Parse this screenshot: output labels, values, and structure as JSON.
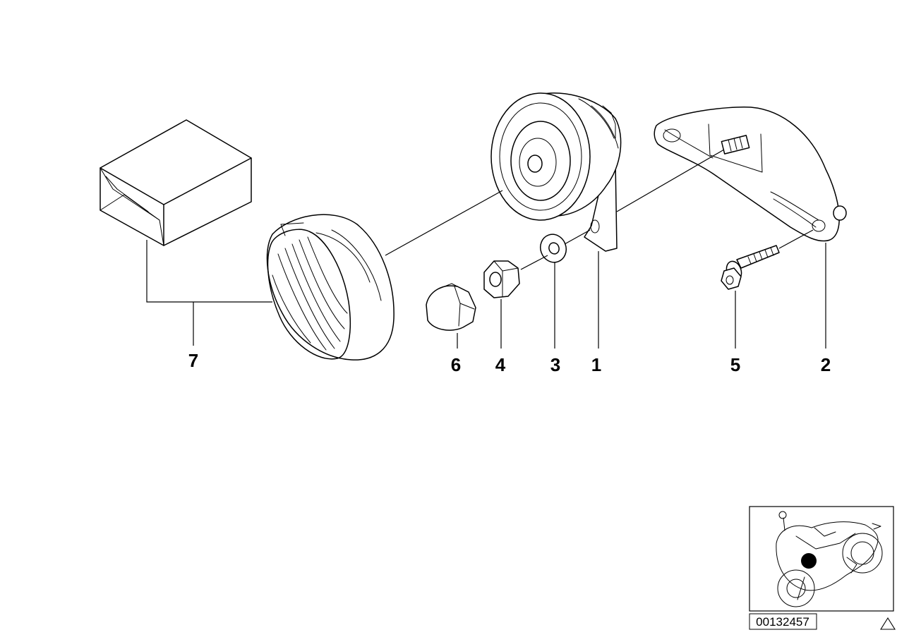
{
  "diagram": {
    "callouts": [
      {
        "id": "1",
        "label": "1"
      },
      {
        "id": "2",
        "label": "2"
      },
      {
        "id": "3",
        "label": "3"
      },
      {
        "id": "4",
        "label": "4"
      },
      {
        "id": "5",
        "label": "5"
      },
      {
        "id": "6",
        "label": "6"
      },
      {
        "id": "7",
        "label": "7"
      }
    ],
    "thumbnail": {
      "part_number": "00132457"
    },
    "colors": {
      "line": "#000000",
      "background": "#ffffff",
      "marker": "#000000"
    },
    "icons": {
      "corner": "triangle-outline-icon"
    }
  }
}
